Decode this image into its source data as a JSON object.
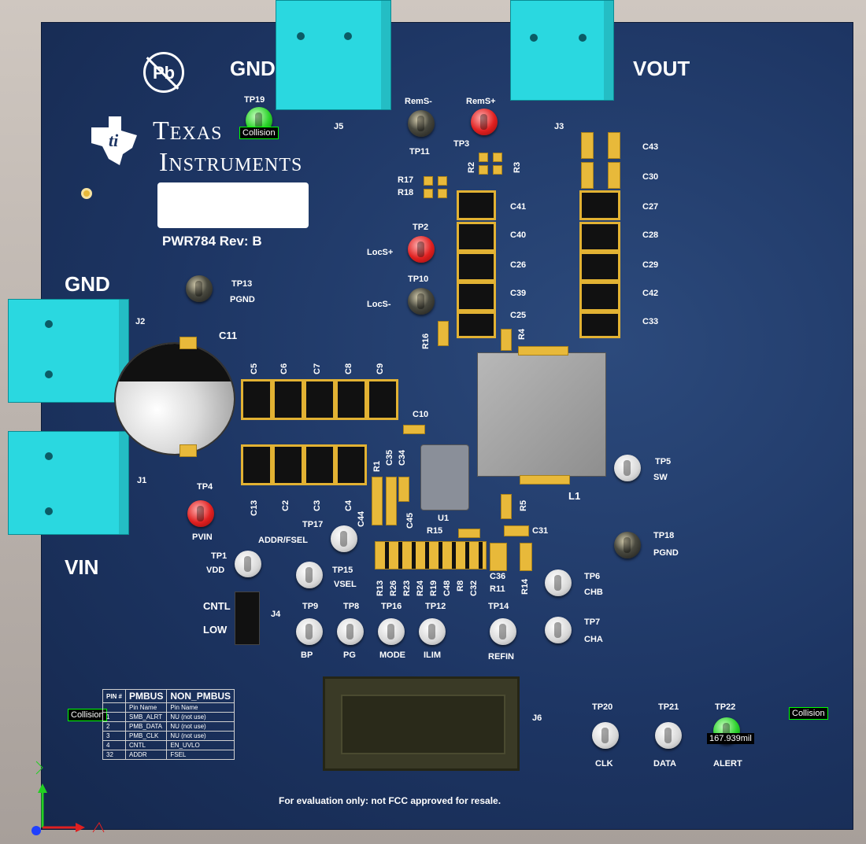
{
  "board": {
    "name": "PWR784 Rev: B",
    "fcc_notice": "For evaluation only: not FCC approved for resale.",
    "logo_line1": "Texas",
    "logo_line2": "Instruments",
    "pb_symbol": "Pb"
  },
  "labels": {
    "gnd_top": "GND",
    "vout": "VOUT",
    "gnd_left": "GND",
    "vin": "VIN",
    "j1": "J1",
    "j2": "J2",
    "j3": "J3",
    "j4": "J4",
    "j5": "J5",
    "j6": "J6",
    "c11": "C11",
    "u1": "U1",
    "l1": "L1",
    "cntl": "CNTL",
    "low": "LOW"
  },
  "testpoints": {
    "tp1": "TP1",
    "tp1_net": "VDD",
    "tp2": "TP2",
    "tp2_net": "LocS+",
    "tp3": "TP3",
    "tp4": "TP4",
    "tp4_net": "PVIN",
    "tp5": "TP5",
    "tp5_net": "SW",
    "tp6": "TP6",
    "tp6_net": "CHB",
    "tp7": "TP7",
    "tp7_net": "CHA",
    "tp8": "TP8",
    "tp8_net": "PG",
    "tp9": "TP9",
    "tp9_net": "BP",
    "tp10": "TP10",
    "tp10_net": "LocS-",
    "tp11": "TP11",
    "tp11_net": "RemS-",
    "tp3_net": "RemS+",
    "tp12": "TP12",
    "tp12_net": "ILIM",
    "tp13": "TP13",
    "tp13_net": "PGND",
    "tp14": "TP14",
    "tp14_net": "REFIN",
    "tp15": "TP15",
    "tp15_net": "VSEL",
    "tp16": "TP16",
    "tp16_net": "MODE",
    "tp17": "TP17",
    "tp17_net": "ADDR/FSEL",
    "tp18": "TP18",
    "tp18_net": "PGND",
    "tp19": "TP19",
    "tp20": "TP20",
    "tp20_net": "CLK",
    "tp21": "TP21",
    "tp21_net": "DATA",
    "tp22": "TP22",
    "tp22_net": "ALERT"
  },
  "refdes": {
    "top_caps_right": [
      "C43",
      "C30",
      "C27",
      "C28",
      "C29",
      "C42",
      "C33"
    ],
    "mid_caps": [
      "C41",
      "C40",
      "C26",
      "C39",
      "C25"
    ],
    "input_caps_top": [
      "C5",
      "C6",
      "C7",
      "C8",
      "C9"
    ],
    "input_caps_bottom": [
      "C13",
      "C2",
      "C3",
      "C4"
    ],
    "r17": "R17",
    "r18": "R18",
    "r16": "R16",
    "r4": "R4",
    "r2": "R2",
    "r3": "R3",
    "c10": "C10",
    "r1": "R1",
    "c35": "C35",
    "c34": "C34",
    "c44": "C44",
    "c45": "C45",
    "r5": "R5",
    "r15": "R15",
    "c31": "C31",
    "c36": "C36",
    "r11": "R11",
    "r14": "R14",
    "bottom_row": [
      "R13",
      "R26",
      "R23",
      "R24",
      "R19",
      "C48",
      "R8",
      "C32"
    ]
  },
  "overlays": {
    "collision": "Collision",
    "measure": "167.939mil"
  },
  "pin_table": {
    "headers": [
      "PIN #",
      "PMBUS",
      "NON_PMBUS"
    ],
    "subheaders": [
      "",
      "Pin Name",
      "Pin Name"
    ],
    "rows": [
      [
        "1",
        "SMB_ALRT",
        "NU (not use)"
      ],
      [
        "2",
        "PMB_DATA",
        "NU (not use)"
      ],
      [
        "3",
        "PMB_CLK",
        "NU (not use)"
      ],
      [
        "4",
        "CNTL",
        "EN_UVLO"
      ],
      [
        "32",
        "ADDR",
        "FSEL"
      ]
    ]
  },
  "colors": {
    "pcb": "#1d3563",
    "connector": "#2ad8e0",
    "silkscreen": "#ffffff",
    "pad": "#e8b93a"
  }
}
